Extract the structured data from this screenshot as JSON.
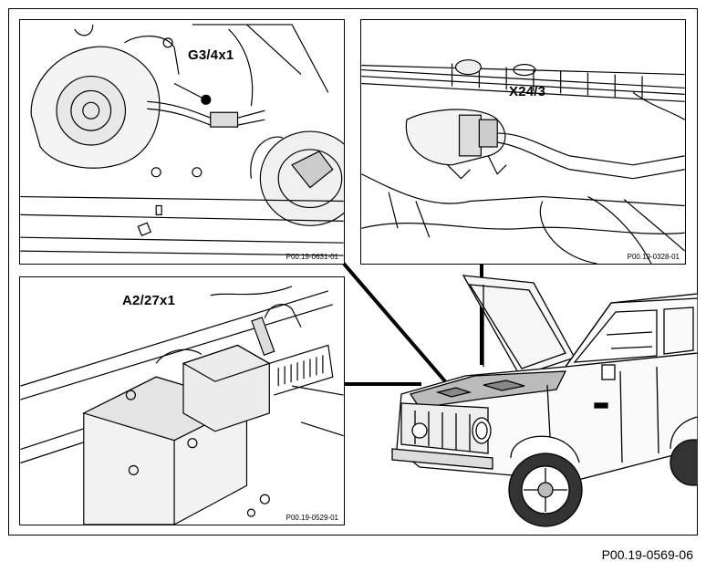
{
  "panels": {
    "top_left": {
      "callout": "G3/4x1",
      "ref": "P00.19-0631-01"
    },
    "top_right": {
      "callout": "X24/3",
      "ref": "P00.19-0328-01"
    },
    "bottom_left": {
      "callout": "A2/27x1",
      "ref": "P00.19-0529-01"
    }
  },
  "footer": {
    "ref": "P00.19-0569-06"
  }
}
